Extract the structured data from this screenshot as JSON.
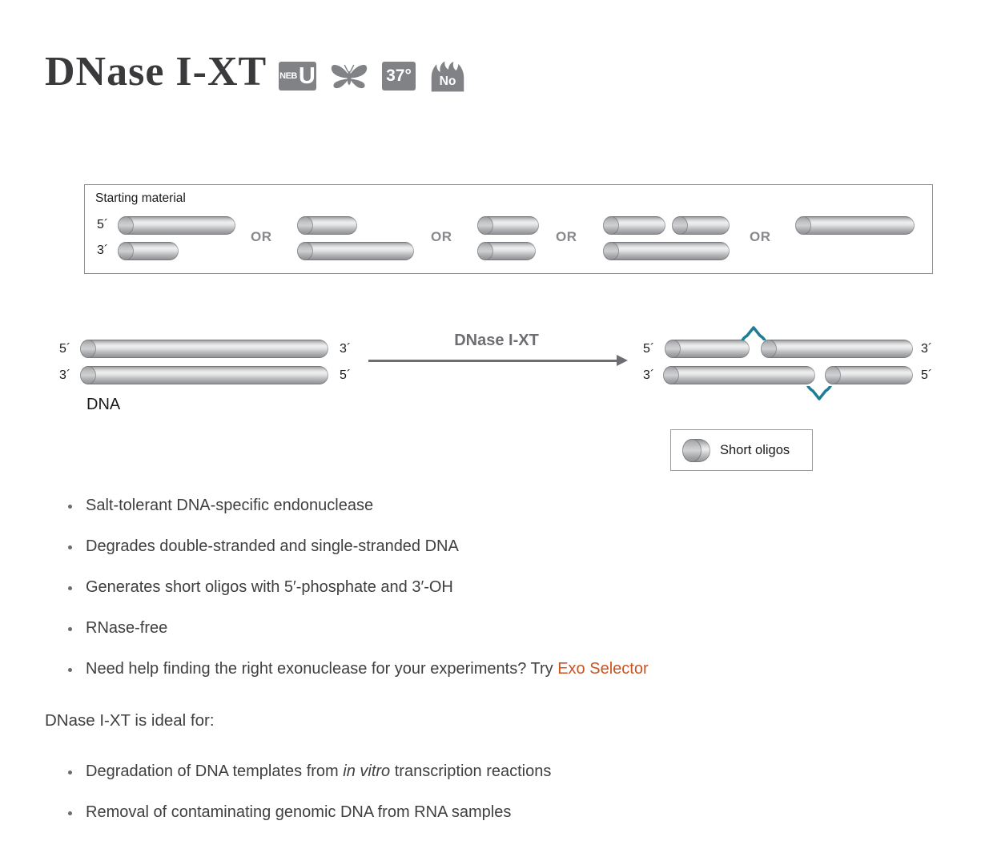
{
  "header": {
    "title": "DNase I-XT",
    "icons": {
      "nebu_small": "NEB",
      "nebu_large": "U",
      "temperature": "37°",
      "heat_inactivation": "No"
    }
  },
  "starting_material": {
    "box_label": "Starting material",
    "five_prime": "5´",
    "three_prime": "3´",
    "or_label": "OR"
  },
  "reaction": {
    "five_prime": "5´",
    "three_prime": "3´",
    "dna_label": "DNA",
    "enzyme_label": "DNase I-XT"
  },
  "legend": {
    "label": "Short oligos"
  },
  "features": {
    "items": [
      {
        "text": "Salt-tolerant DNA-specific endonuclease"
      },
      {
        "text": "Degrades double-stranded and single-stranded DNA"
      },
      {
        "text": "Generates short oligos with 5′-phosphate and 3′-OH"
      },
      {
        "text": "RNase-free"
      },
      {
        "text": "Need help finding the right exonuclease for your experiments? Try ",
        "link": "Exo Selector"
      }
    ]
  },
  "ideal_for": {
    "heading": "DNase I-XT is ideal for:",
    "items": [
      {
        "pre": "Degradation of DNA templates from ",
        "italic": "in vitro",
        "post": " transcription reactions"
      },
      {
        "text": "Removal of contaminating genomic DNA from RNA samples"
      }
    ]
  },
  "colors": {
    "enzyme_teal": "#1c7d95",
    "link_orange": "#c9531f",
    "icon_gray": "#808285",
    "text_dark": "#3f3f41"
  }
}
